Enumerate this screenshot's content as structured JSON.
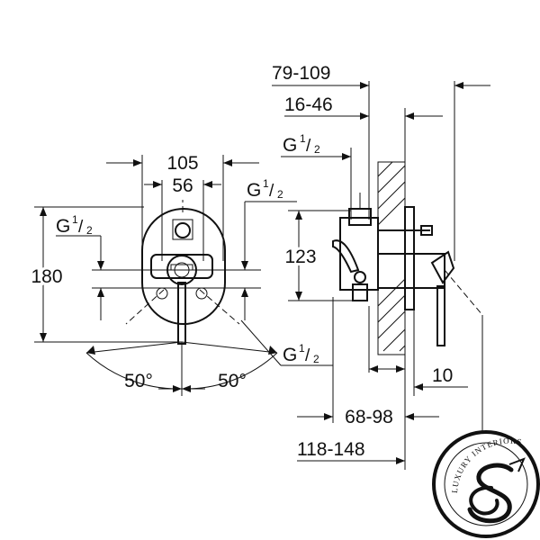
{
  "dimensions": {
    "d_79_109": "79-109",
    "d_16_46": "16-46",
    "d_105": "105",
    "d_56": "56",
    "d_180": "180",
    "d_123": "123",
    "d_10": "10",
    "d_68_98": "68-98",
    "d_118_148": "118-148",
    "angle_left": "50°",
    "angle_right": "50°"
  },
  "threads": {
    "g_prefix": "G",
    "numerator": "1",
    "slash": "/",
    "denominator": "2"
  },
  "logo": {
    "text": "LUXURY INTERIORS"
  }
}
